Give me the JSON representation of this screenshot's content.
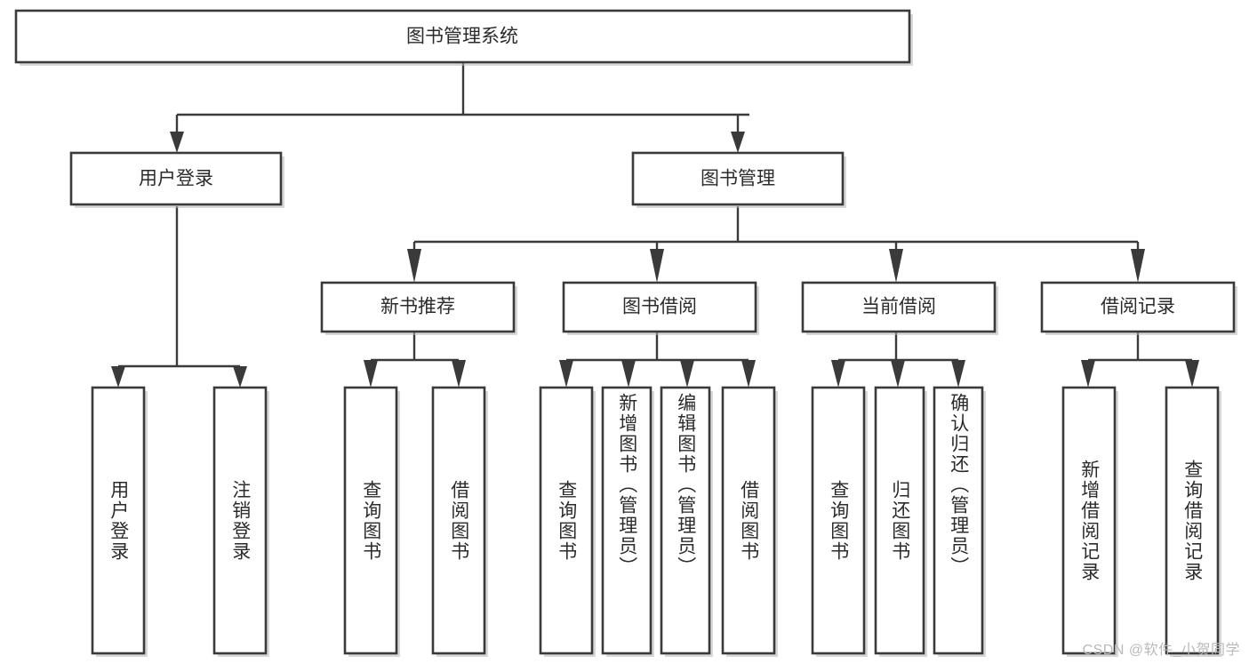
{
  "diagram": {
    "title": "图书管理系统",
    "type": "tree-hierarchy",
    "watermark": "CSDN @软件_小贺同学",
    "colors": {
      "background": "#ffffff",
      "box_stroke": "#3a3a3a",
      "box_fill": "#ffffff",
      "text": "#2b2b2b",
      "connector": "#3a3a3a",
      "watermark": "#b9b9b9"
    },
    "root": {
      "label": "图书管理系统"
    },
    "level2": [
      {
        "label": "用户登录"
      },
      {
        "label": "图书管理"
      }
    ],
    "level3": [
      {
        "label": "新书推荐"
      },
      {
        "label": "图书借阅"
      },
      {
        "label": "当前借阅"
      },
      {
        "label": "借阅记录"
      }
    ],
    "leaves": {
      "user_login": [
        {
          "label": "用户登录"
        },
        {
          "label": "注销登录"
        }
      ],
      "new_book_recommend": [
        {
          "label": "查询图书"
        },
        {
          "label": "借阅图书"
        }
      ],
      "book_borrow": [
        {
          "label": "查询图书"
        },
        {
          "label": "新增图书（管理员）"
        },
        {
          "label": "编辑图书（管理员）"
        },
        {
          "label": "借阅图书"
        }
      ],
      "current_borrow": [
        {
          "label": "查询图书"
        },
        {
          "label": "归还图书"
        },
        {
          "label": "确认归还（管理员）"
        }
      ],
      "borrow_record": [
        {
          "label": "新增借阅记录"
        },
        {
          "label": "查询借阅记录"
        }
      ]
    }
  }
}
